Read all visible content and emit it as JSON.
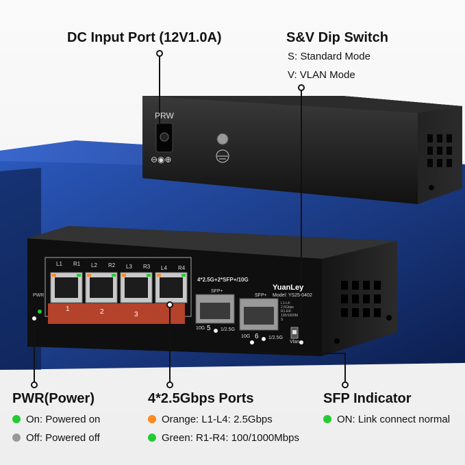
{
  "callouts": {
    "dc_input": {
      "title": "DC Input Port (12V1.0A)"
    },
    "dip_switch": {
      "title": "S&V Dip Switch",
      "lines": [
        "S: Standard Mode",
        "V: VLAN Mode"
      ]
    }
  },
  "device": {
    "brand": "YuanLey",
    "model": "Model: YS25-0402",
    "back_label": "PRW",
    "back_power_symbol": "⊖◉⊕",
    "pwr_label": "PWR",
    "port_labels": [
      "L1",
      "R1",
      "L2",
      "R2",
      "L3",
      "R3",
      "L4",
      "R4"
    ],
    "port_numbers": [
      "1",
      "2",
      "3"
    ],
    "uplink_header": "4*2.5G+2*SFP+/10G",
    "sfp_label": "SFP+",
    "sfp5": {
      "num": "5",
      "left": "10G",
      "right": "1/2.5G"
    },
    "sfp6": {
      "num": "6",
      "left": "10G",
      "right": "1/2.5G"
    },
    "vlan_label": "Vlan",
    "mini_legend": [
      "L1-L4:",
      "2.5Gbps",
      "R1-R4:",
      "100/1000M",
      "S"
    ]
  },
  "features": [
    {
      "title": "PWR(Power)",
      "items": [
        {
          "text": "On: Powered on",
          "color": "#22cc33"
        },
        {
          "text": "Off: Powered off",
          "color": "#999999"
        }
      ]
    },
    {
      "title": "4*2.5Gbps Ports",
      "items": [
        {
          "text": "Orange: L1-L4: 2.5Gbps",
          "color": "#ff8a1e"
        },
        {
          "text": "Green: R1-R4: 100/1000Mbps",
          "color": "#22cc33"
        }
      ]
    },
    {
      "title": "SFP Indicator",
      "items": [
        {
          "text": "ON: Link connect normal",
          "color": "#22cc33"
        }
      ]
    }
  ],
  "colors": {
    "accent_red": "#b5422a",
    "led_green": "#22cc33",
    "led_orange": "#ff8a1e",
    "panel": "#1a1a1a",
    "backdrop_blue": "#1d3f8a"
  }
}
